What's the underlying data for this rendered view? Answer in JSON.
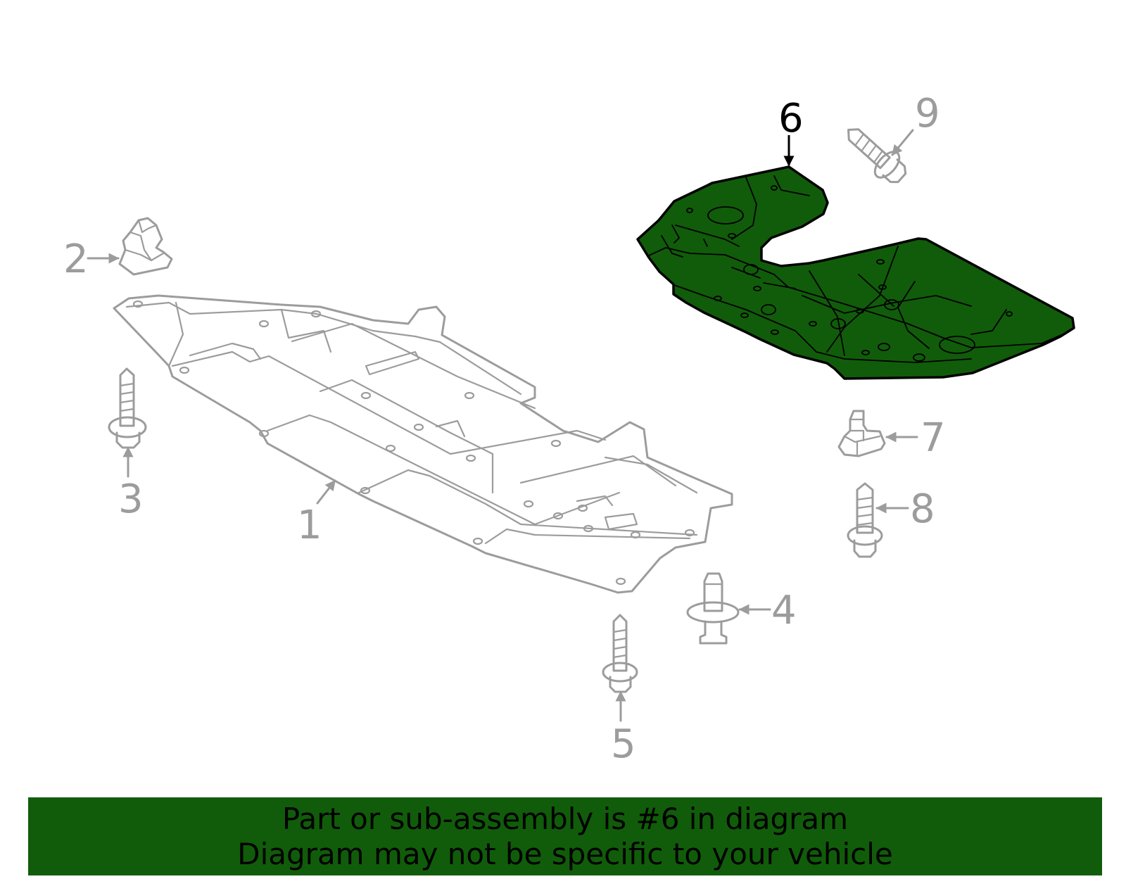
{
  "diagram": {
    "callouts": [
      {
        "id": "1",
        "label": "1"
      },
      {
        "id": "2",
        "label": "2"
      },
      {
        "id": "3",
        "label": "3"
      },
      {
        "id": "4",
        "label": "4"
      },
      {
        "id": "5",
        "label": "5"
      },
      {
        "id": "6",
        "label": "6"
      },
      {
        "id": "7",
        "label": "7"
      },
      {
        "id": "8",
        "label": "8"
      },
      {
        "id": "9",
        "label": "9"
      }
    ],
    "highlighted_part": "6"
  },
  "footer": {
    "line1": "Part or sub-assembly is #6 in diagram",
    "line2": "Diagram may not be specific to your vehicle"
  },
  "colors": {
    "highlight": "#115c0a",
    "gray": "#9c9c9c",
    "footer_bg": "#115c0a"
  }
}
